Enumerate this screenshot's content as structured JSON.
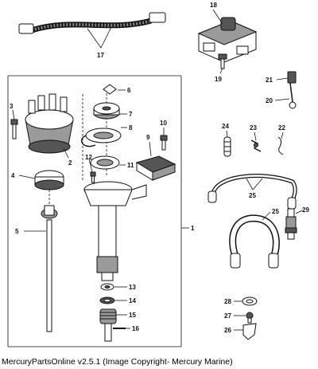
{
  "caption": "MercuryPartsOnline v2.5.1 (Image Copyright- Mercury Marine)",
  "callouts": {
    "n1": "1",
    "n2": "2",
    "n3": "3",
    "n4": "4",
    "n5": "5",
    "n6": "6",
    "n7": "7",
    "n8": "8",
    "n9": "9",
    "n10": "10",
    "n11": "11",
    "n12": "12",
    "n13": "13",
    "n14": "14",
    "n15": "15",
    "n16": "16",
    "n17": "17",
    "n18": "18",
    "n19": "19",
    "n20": "20",
    "n21": "21",
    "n22": "22",
    "n23": "23",
    "n24": "24",
    "n25a": "25",
    "n25b": "25",
    "n26": "26",
    "n27": "27",
    "n28": "28",
    "n29": "29"
  }
}
